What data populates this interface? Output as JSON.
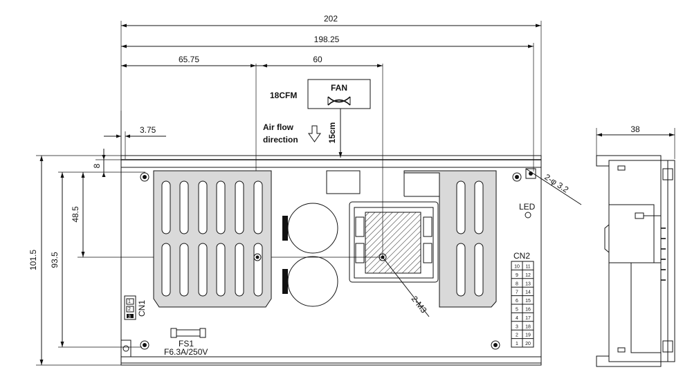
{
  "dimensions": {
    "overall_length": "202",
    "mount_span": "198.25",
    "hole_x": "65.75",
    "hole_spacing": "60",
    "edge_offset": "3.75",
    "top_offset": "8",
    "hole_y": "48.5",
    "overall_height": "101.5",
    "mount_height": "93.5",
    "side_width": "38"
  },
  "labels": {
    "fan": "FAN",
    "airflow": "18CFM",
    "airflow_direction_line1": "Air flow",
    "airflow_direction_line2": "direction",
    "fan_distance": "15cm",
    "mount_holes": "2-φ 3.2",
    "screw_thread": "2-M3",
    "led": "LED",
    "cn1": "CN1",
    "cn2": "CN2",
    "fuse": "FS1",
    "fuse_rating": "F6.3A/250V"
  },
  "cn2_pins": [
    [
      "10",
      "11"
    ],
    [
      "9",
      "12"
    ],
    [
      "8",
      "13"
    ],
    [
      "7",
      "14"
    ],
    [
      "6",
      "15"
    ],
    [
      "5",
      "16"
    ],
    [
      "4",
      "17"
    ],
    [
      "3",
      "18"
    ],
    [
      "2",
      "19"
    ],
    [
      "1",
      "20"
    ]
  ],
  "cn1_pins": [
    "1",
    "2",
    "3"
  ]
}
